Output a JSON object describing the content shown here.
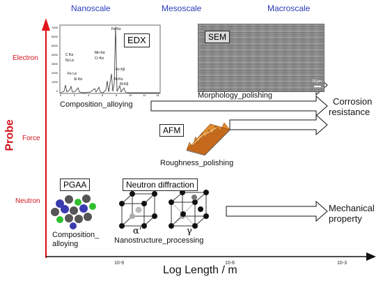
{
  "axes": {
    "y_label": "Probe",
    "x_label": "Log Length / m",
    "x_ticks": [
      "10-9",
      "10-6",
      "10-3"
    ],
    "probes": [
      "Electron",
      "Force",
      "Neutron"
    ],
    "scales": [
      "Nanoscale",
      "Mesoscale",
      "Macroscale"
    ]
  },
  "techniques": {
    "edx": "EDX",
    "sem": "SEM",
    "afm": "AFM",
    "pgaa": "PGAA",
    "neutron_diffraction": "Neutron diffraction"
  },
  "captions": {
    "composition_alloying": "Composition_alloying",
    "morphology_polishing": "Morphology_polishing",
    "roughness_polishing": "Roughness_polishing",
    "composition_alloying_pgaa_1": "Composition_",
    "composition_alloying_pgaa_2": "alloying",
    "nanostructure_processing": "Nanostructure_processing"
  },
  "outcomes": {
    "corrosion_1": "Corrosion",
    "corrosion_2": "resistance",
    "mechanical_1": "Mechanical",
    "mechanical_2": "property"
  },
  "edx_spectrum": {
    "peak_labels": [
      "Fe Kα",
      "Mn Kα",
      "Cr Kα",
      "C Kα",
      "Ni Lα",
      "Fe Lα",
      "Si Kα",
      "Fe Kβ",
      "Ni Kα",
      "Ni Kβ"
    ],
    "y_ticks": [
      "7000",
      "6000",
      "5000",
      "4000",
      "3000",
      "2000",
      "1000",
      "0"
    ],
    "x_ticks": [
      "0",
      "2",
      "4",
      "6",
      "8",
      "10",
      "12",
      "14"
    ]
  },
  "crystal": {
    "alpha": "α'",
    "gamma": "γ"
  },
  "sem_scale": "20 µm",
  "colors": {
    "axis_red": "#e0141c",
    "scale_blue": "#2b3ab8",
    "probe_red": "#d0141c"
  }
}
